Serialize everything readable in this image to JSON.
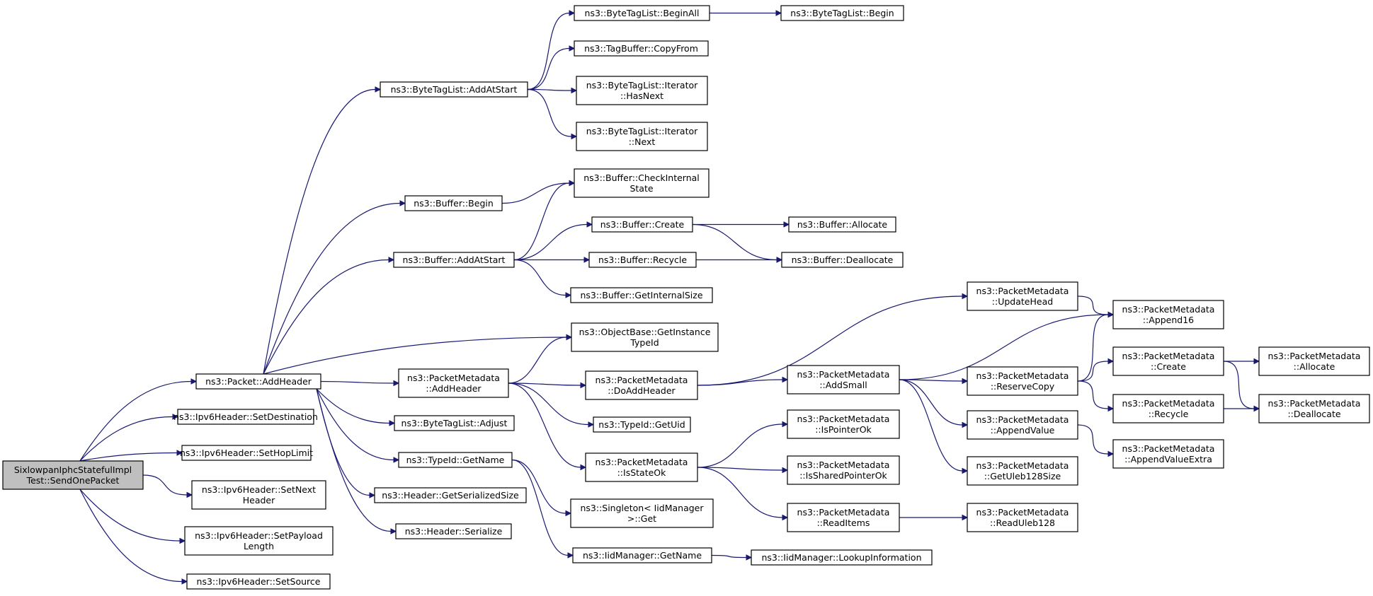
{
  "colors": {
    "edge": "#191970",
    "node_fill": "#ffffff",
    "root_fill": "#bfbfbf",
    "border": "#000000"
  },
  "nodes": {
    "root": [
      "SixlowpanIphcStatefulImpl",
      "Test::SendOnePacket"
    ],
    "pkt_addheader": [
      "ns3::Packet::AddHeader"
    ],
    "ipv6_setdest": [
      "ns3::Ipv6Header::SetDestination"
    ],
    "ipv6_sethop": [
      "ns3::Ipv6Header::SetHopLimit"
    ],
    "ipv6_setnext": [
      "ns3::Ipv6Header::SetNext",
      "Header"
    ],
    "ipv6_setpayload": [
      "ns3::Ipv6Header::SetPayload",
      "Length"
    ],
    "ipv6_setsource": [
      "ns3::Ipv6Header::SetSource"
    ],
    "btl_addatstart": [
      "ns3::ByteTagList::AddAtStart"
    ],
    "buf_begin": [
      "ns3::Buffer::Begin"
    ],
    "buf_addatstart": [
      "ns3::Buffer::AddAtStart"
    ],
    "obj_gettypeid": [
      "ns3::ObjectBase::GetInstance",
      "TypeId"
    ],
    "pm_addheader": [
      "ns3::PacketMetadata",
      "::AddHeader"
    ],
    "btl_adjust": [
      "ns3::ByteTagList::Adjust"
    ],
    "typeid_getname": [
      "ns3::TypeId::GetName"
    ],
    "hdr_getsize": [
      "ns3::Header::GetSerializedSize"
    ],
    "hdr_serialize": [
      "ns3::Header::Serialize"
    ],
    "btl_beginall": [
      "ns3::ByteTagList::BeginAll"
    ],
    "btl_begin": [
      "ns3::ByteTagList::Begin"
    ],
    "tagbuf_copyfrom": [
      "ns3::TagBuffer::CopyFrom"
    ],
    "btl_hasnext": [
      "ns3::ByteTagList::Iterator",
      "::HasNext"
    ],
    "btl_next": [
      "ns3::ByteTagList::Iterator",
      "::Next"
    ],
    "buf_checkstate": [
      "ns3::Buffer::CheckInternal",
      "State"
    ],
    "buf_create": [
      "ns3::Buffer::Create"
    ],
    "buf_allocate": [
      "ns3::Buffer::Allocate"
    ],
    "buf_recycle": [
      "ns3::Buffer::Recycle"
    ],
    "buf_deallocate": [
      "ns3::Buffer::Deallocate"
    ],
    "buf_getinternalsize": [
      "ns3::Buffer::GetInternalSize"
    ],
    "pm_doaddheader": [
      "ns3::PacketMetadata",
      "::DoAddHeader"
    ],
    "typeid_getuid": [
      "ns3::TypeId::GetUid"
    ],
    "pm_isstateok": [
      "ns3::PacketMetadata",
      "::IsStateOk"
    ],
    "singleton_get": [
      "ns3::Singleton< IidManager",
      ">::Get"
    ],
    "iid_getname": [
      "ns3::IidManager::GetName"
    ],
    "iid_lookup": [
      "ns3::IidManager::LookupInformation"
    ],
    "pm_updatehead": [
      "ns3::PacketMetadata",
      "::UpdateHead"
    ],
    "pm_addsmall": [
      "ns3::PacketMetadata",
      "::AddSmall"
    ],
    "pm_ispointerok": [
      "ns3::PacketMetadata",
      "::IsPointerOk"
    ],
    "pm_issharedpointerok": [
      "ns3::PacketMetadata",
      "::IsSharedPointerOk"
    ],
    "pm_readitems": [
      "ns3::PacketMetadata",
      "::ReadItems"
    ],
    "pm_append16": [
      "ns3::PacketMetadata",
      "::Append16"
    ],
    "pm_reservecopy": [
      "ns3::PacketMetadata",
      "::ReserveCopy"
    ],
    "pm_appendvalue": [
      "ns3::PacketMetadata",
      "::AppendValue"
    ],
    "pm_getuleb": [
      "ns3::PacketMetadata",
      "::GetUleb128Size"
    ],
    "pm_readuleb": [
      "ns3::PacketMetadata",
      "::ReadUleb128"
    ],
    "pm_create": [
      "ns3::PacketMetadata",
      "::Create"
    ],
    "pm_recycle": [
      "ns3::PacketMetadata",
      "::Recycle"
    ],
    "pm_appendvalueextra": [
      "ns3::PacketMetadata",
      "::AppendValueExtra"
    ],
    "pm_allocate": [
      "ns3::PacketMetadata",
      "::Allocate"
    ],
    "pm_deallocate": [
      "ns3::PacketMetadata",
      "::Deallocate"
    ]
  },
  "edges": [
    [
      "root",
      "pkt_addheader"
    ],
    [
      "root",
      "ipv6_setdest"
    ],
    [
      "root",
      "ipv6_sethop"
    ],
    [
      "root",
      "ipv6_setnext"
    ],
    [
      "root",
      "ipv6_setpayload"
    ],
    [
      "root",
      "ipv6_setsource"
    ],
    [
      "pkt_addheader",
      "btl_addatstart"
    ],
    [
      "pkt_addheader",
      "buf_begin"
    ],
    [
      "pkt_addheader",
      "buf_addatstart"
    ],
    [
      "pkt_addheader",
      "obj_gettypeid"
    ],
    [
      "pkt_addheader",
      "pm_addheader"
    ],
    [
      "pkt_addheader",
      "btl_adjust"
    ],
    [
      "pkt_addheader",
      "typeid_getname"
    ],
    [
      "pkt_addheader",
      "hdr_getsize"
    ],
    [
      "pkt_addheader",
      "hdr_serialize"
    ],
    [
      "btl_addatstart",
      "btl_beginall"
    ],
    [
      "btl_addatstart",
      "tagbuf_copyfrom"
    ],
    [
      "btl_addatstart",
      "btl_hasnext"
    ],
    [
      "btl_addatstart",
      "btl_next"
    ],
    [
      "btl_beginall",
      "btl_begin"
    ],
    [
      "buf_begin",
      "buf_checkstate"
    ],
    [
      "buf_addatstart",
      "buf_checkstate"
    ],
    [
      "buf_addatstart",
      "buf_create"
    ],
    [
      "buf_addatstart",
      "buf_recycle"
    ],
    [
      "buf_addatstart",
      "buf_getinternalsize"
    ],
    [
      "buf_create",
      "buf_allocate"
    ],
    [
      "buf_create",
      "buf_deallocate"
    ],
    [
      "buf_recycle",
      "buf_deallocate"
    ],
    [
      "pm_addheader",
      "obj_gettypeid"
    ],
    [
      "pm_addheader",
      "pm_doaddheader"
    ],
    [
      "pm_addheader",
      "typeid_getuid"
    ],
    [
      "pm_addheader",
      "pm_isstateok"
    ],
    [
      "typeid_getname",
      "singleton_get"
    ],
    [
      "typeid_getname",
      "iid_getname"
    ],
    [
      "iid_getname",
      "iid_lookup"
    ],
    [
      "pm_doaddheader",
      "pm_updatehead"
    ],
    [
      "pm_doaddheader",
      "pm_addsmall"
    ],
    [
      "pm_isstateok",
      "pm_ispointerok"
    ],
    [
      "pm_isstateok",
      "pm_issharedpointerok"
    ],
    [
      "pm_isstateok",
      "pm_readitems"
    ],
    [
      "pm_updatehead",
      "pm_append16"
    ],
    [
      "pm_addsmall",
      "pm_append16"
    ],
    [
      "pm_addsmall",
      "pm_reservecopy"
    ],
    [
      "pm_addsmall",
      "pm_appendvalue"
    ],
    [
      "pm_addsmall",
      "pm_getuleb"
    ],
    [
      "pm_readitems",
      "pm_readuleb"
    ],
    [
      "pm_reservecopy",
      "pm_append16"
    ],
    [
      "pm_reservecopy",
      "pm_create"
    ],
    [
      "pm_reservecopy",
      "pm_recycle"
    ],
    [
      "pm_appendvalue",
      "pm_appendvalueextra"
    ],
    [
      "pm_create",
      "pm_allocate"
    ],
    [
      "pm_create",
      "pm_deallocate"
    ],
    [
      "pm_recycle",
      "pm_deallocate"
    ]
  ]
}
